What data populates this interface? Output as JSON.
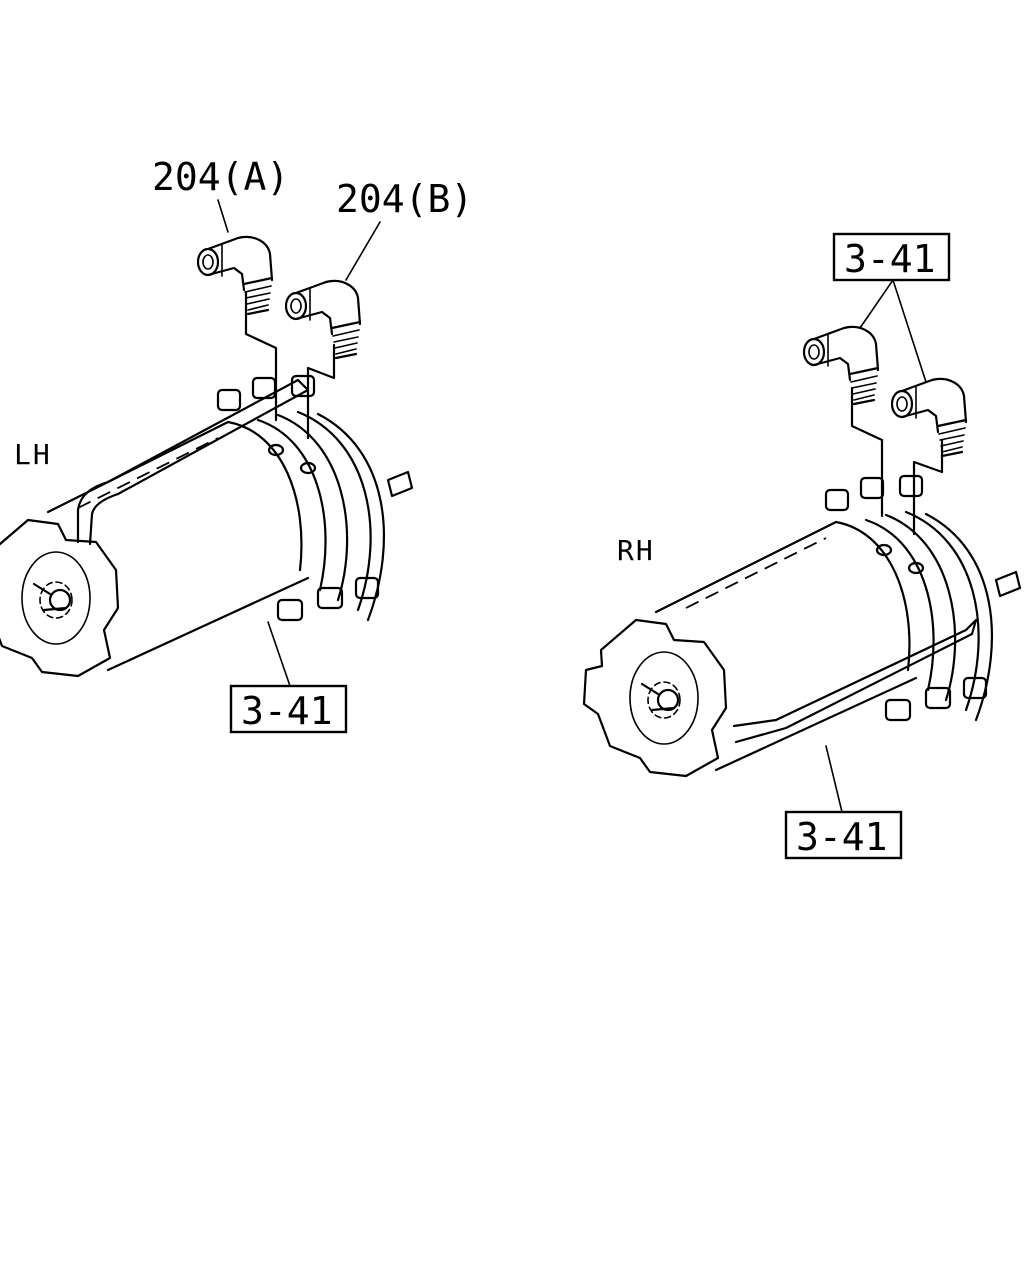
{
  "labels": {
    "part_204a": "204(A)",
    "part_204b": "204(B)",
    "ref_rh_top": "3-41",
    "ref_lh_bottom": "3-41",
    "ref_rh_bottom": "3-41",
    "side_lh": "LH",
    "side_rh": "RH"
  },
  "icons": [
    "lh-brake-chamber-icon",
    "rh-brake-chamber-icon",
    "elbow-fitting-icon"
  ],
  "colors": {
    "line": "#000000",
    "background": "#ffffff"
  }
}
